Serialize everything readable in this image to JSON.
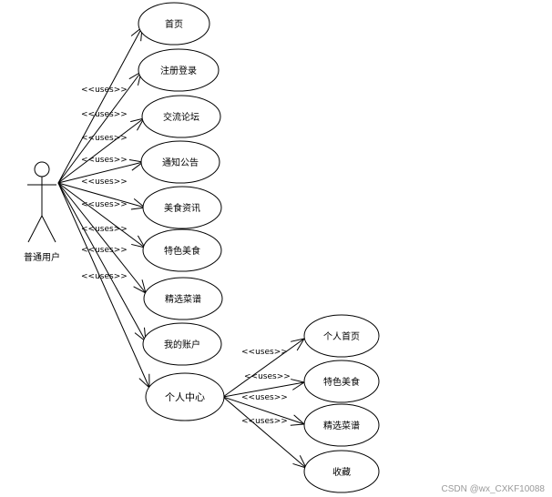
{
  "actor": {
    "label": "普通用户"
  },
  "stereotype": "<<uses>>",
  "usecases_actor": [
    "首页",
    "注册登录",
    "交流论坛",
    "通知公告",
    "美食资讯",
    "特色美食",
    "精选菜谱",
    "我的账户",
    "个人中心"
  ],
  "usecases_center": [
    "个人首页",
    "特色美食",
    "精选菜谱",
    "收藏"
  ],
  "watermark": "CSDN @wx_CXKF10088"
}
